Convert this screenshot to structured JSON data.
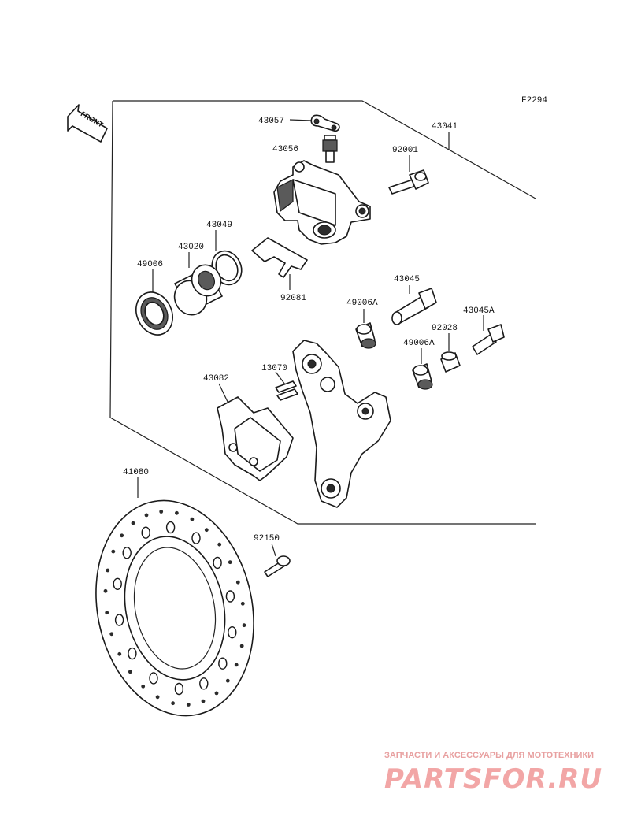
{
  "figure_code": "F2294",
  "front_arrow_text": "FRONT",
  "parts": {
    "p43057": "43057",
    "p43056": "43056",
    "p43041": "43041",
    "p92001": "92001",
    "p43049": "43049",
    "p43020": "43020",
    "p49006": "49006",
    "p92081": "92081",
    "p43045": "43045",
    "p49006A_1": "49006A",
    "p43045A": "43045A",
    "p92028": "92028",
    "p49006A_2": "49006A",
    "p13070": "13070",
    "p43082": "43082",
    "p41080": "41080",
    "p92150": "92150"
  },
  "watermark": {
    "subtitle": "ЗАПЧАСТИ И АКСЕССУАРЫ ДЛЯ МОТОТЕХНИКИ",
    "brand": "PARTSFOR.RU"
  },
  "colors": {
    "line": "#1a1a1a",
    "watermark": "#f2a6a6"
  }
}
